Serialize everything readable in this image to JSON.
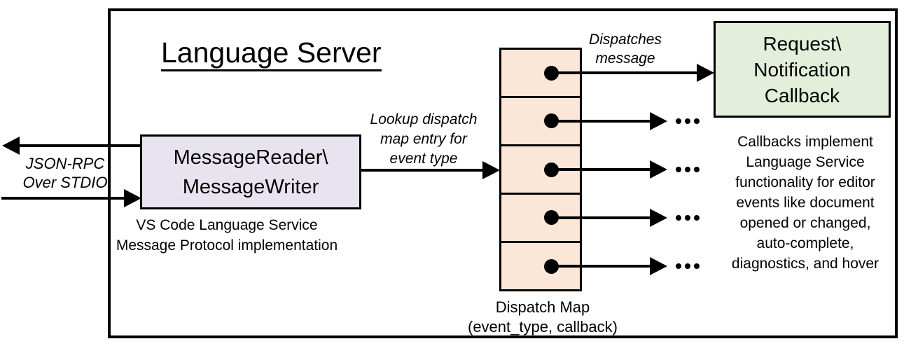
{
  "diagram": {
    "title": "Language Server",
    "message_reader_box": {
      "line1": "MessageReader\\",
      "line2": "MessageWriter"
    },
    "message_reader_caption": {
      "line1": "VS Code Language Service",
      "line2": "Message Protocol implementation"
    },
    "stdio_label": {
      "line1": "JSON-RPC",
      "line2": "Over STDIO"
    },
    "lookup_label": {
      "line1": "Lookup dispatch",
      "line2": "map entry for",
      "line3": "event type"
    },
    "dispatches_label": {
      "line1": "Dispatches",
      "line2": "message"
    },
    "dispatch_map": {
      "caption_line1": "Dispatch Map",
      "caption_line2": "(event_type, callback)",
      "entry_count": 5
    },
    "callback_box": {
      "line1": "Request\\",
      "line2": "Notification",
      "line3": "Callback"
    },
    "callback_description": {
      "lines": [
        "Callbacks implement",
        "Language Service",
        "functionality for editor",
        "events like document",
        "opened or changed,",
        "auto-complete,",
        "diagnostics, and hover"
      ]
    },
    "icons": {
      "ellipsis_symbol": "..."
    },
    "colors": {
      "stroke": "#000000",
      "reader_fill": "#e7e3ef",
      "map_fill": "#fbe6d7",
      "callback_fill": "#e3efda",
      "background": "#ffffff"
    }
  }
}
